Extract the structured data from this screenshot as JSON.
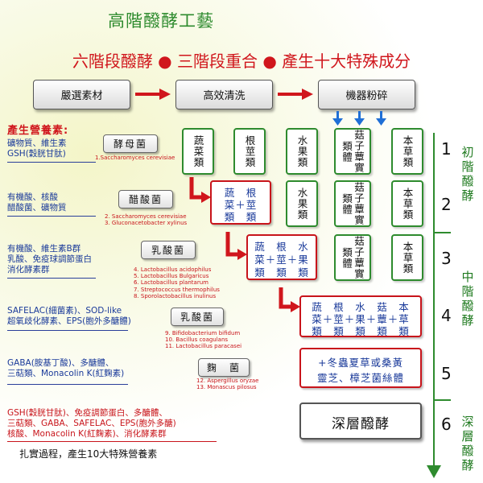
{
  "title": "高階醱酵工藝",
  "subtitle": "六階段醱酵 ● 三階段重合 ● 產生十大特殊成分",
  "steps": [
    "嚴選素材",
    "高效清洗",
    "機器粉碎"
  ],
  "nutrition_heading": "產生營養素:",
  "nutrients": [
    {
      "lines": [
        "礦物質、維生素",
        "GSH(穀胱甘肽)"
      ]
    },
    {
      "lines": [
        "有機酸、核酸",
        "醋酸菌、礦物質"
      ]
    },
    {
      "lines": [
        "有機酸、維生素B群",
        "乳酸、免疫球調節蛋白",
        "消化酵素群"
      ]
    },
    {
      "lines": [
        "SAFELAC(細菌素)、SOD-like",
        "超氧歧化酵素、EPS(胞外多醣體)"
      ]
    },
    {
      "lines": [
        "GABA(胺基丁酸)、多醣體、",
        "三萜類、Monacolin K(紅麴素)"
      ]
    },
    {
      "lines": [
        "GSH(穀胱甘肽)、免疫調節蛋白、多醣體、",
        "三萜類、GABA、SAFELAC、EPS(胞外多醣)",
        "核酸、Monacolin K(紅麴素)、消化酵素群"
      ]
    }
  ],
  "footer_text": "扎實過程，產生10大特殊營養素",
  "bacteria": [
    {
      "name": "酵母菌",
      "strains": [
        "1.Saccharomyces cerevisiae"
      ]
    },
    {
      "name": "醋酸菌",
      "strains": [
        "2. Saccharomyces cerevisiae",
        "3. Gluconacetobacter xylinus"
      ]
    },
    {
      "name": "乳酸菌",
      "strains": [
        "4. Lactobacillus acidophilus",
        "5. Lactobacillus Bulgaricus",
        "6. Lactobacillus plantarum",
        "7. Streptococcus thermophilus",
        "8. Sporolactobacillus inulinus"
      ]
    },
    {
      "name": "乳酸菌",
      "strains": [
        "9. Bifidobacterium bifidum",
        "10. Bacillus coagulans",
        "11. Lactobacillus paracasei"
      ]
    },
    {
      "name": "麴　菌",
      "strains": [
        "12. Aspergillus oryzae",
        "13. Monascus pilosus"
      ]
    }
  ],
  "cells": {
    "veg": "蔬菜類",
    "root": "根莖類",
    "fruit": "水果類",
    "mush_grain": "菇子蕈實類體",
    "herb": "本草類"
  },
  "combos": {
    "c2": {
      "top": "蔬　根",
      "mid": "菜＋莖",
      "bot": "類　類"
    },
    "c3": {
      "top": "蔬　根　水",
      "mid": "菜＋莖＋果",
      "bot": "類　類　類"
    },
    "c4": {
      "top": "蔬　根　水　菇　本",
      "mid": "菜＋莖＋果＋蕈＋草",
      "bot": "類　類　類　類　類"
    },
    "c5": {
      "line1": "+冬蟲夏草或桑黃",
      "line2": "靈芝、樟芝菌絲體"
    },
    "c6": "深層醱酵"
  },
  "stage_numbers": [
    "1",
    "2",
    "3",
    "4",
    "5",
    "6"
  ],
  "stage_labels": {
    "initial": "初階醱酵",
    "middle": "中階醱酵",
    "deep": "深層醱酵"
  },
  "colors": {
    "accent_red": "#c8141b",
    "accent_green": "#2e8b2e",
    "text_blue": "#1a3a9a"
  }
}
